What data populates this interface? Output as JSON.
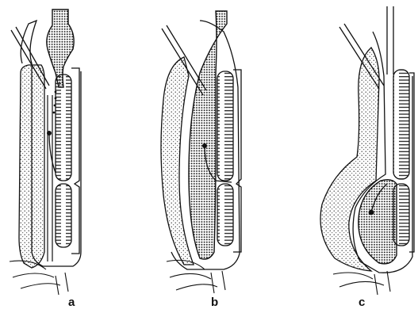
{
  "figure": {
    "panels": [
      {
        "label": "a"
      },
      {
        "label": "b"
      },
      {
        "label": "c"
      }
    ],
    "colors": {
      "ink": "#111111",
      "background": "#ffffff"
    }
  }
}
